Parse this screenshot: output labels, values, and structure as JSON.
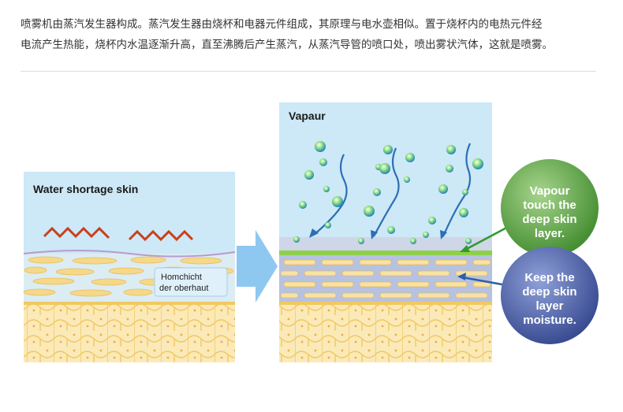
{
  "intro": {
    "line1": "喷雾机由蒸汽发生器构成。蒸汽发生器由烧杯和电器元件组成，其原理与电水壶相似。置于烧杯内的电热元件经",
    "line2": "电流产生热能，烧杯内水温逐渐升高，直至沸腾后产生蒸汽，从蒸汽导管的喷口处，喷出雾状汽体，这就是喷雾。"
  },
  "left_panel": {
    "title": "Water shortage skin",
    "callout_line1": "Homchicht",
    "callout_line2": "der oberhaut"
  },
  "right_panel": {
    "title": "Vapaur"
  },
  "bubble_green": {
    "line1": "Vapour",
    "line2": "touch the",
    "line3": "deep skin",
    "line4": "layer."
  },
  "bubble_blue": {
    "line1": "Keep the",
    "line2": "deep skin",
    "line3": "layer",
    "line4": "moisture."
  },
  "colors": {
    "sky": "#cde8f6",
    "dry_line": "#c8401c",
    "green_layer": "#8ed04a",
    "green_bubble": "#6fa84a",
    "blue_bubble": "#5e73b6",
    "arrow": "#8ec8f0",
    "fat_cells": "#f7dc9c"
  }
}
